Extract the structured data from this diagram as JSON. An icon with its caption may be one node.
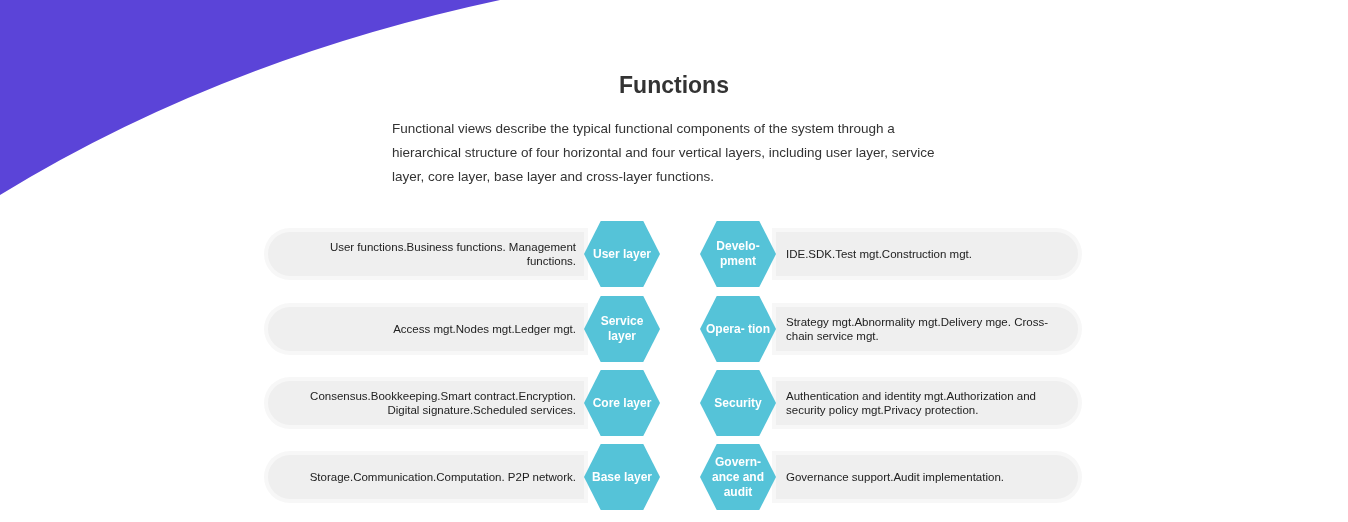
{
  "diagram": {
    "title": "Functions",
    "nodes": [
      {
        "text": [
          "User functions.Business functions. Management functions."
        ]
      },
      {
        "text": [
          "User layer"
        ]
      },
      {
        "text": [
          "Develo- pment"
        ]
      },
      {
        "text": [
          "IDE.SDK.Test mgt.Construction mgt."
        ]
      },
      {
        "text": [
          "Access mgt.Nodes mgt.Ledger mgt."
        ]
      },
      {
        "text": [
          "Service layer"
        ]
      },
      {
        "text": [
          "Opera- tion"
        ]
      },
      {
        "text": [
          "Strategy mgt.Abnormality mgt.Delivery mge. Cross-chain service mgt."
        ]
      },
      {
        "text": [
          "Consensus.Bookkeeping.Smart contract.Encryption. Digital signature.Scheduled services."
        ]
      },
      {
        "text": [
          "Core layer"
        ]
      },
      {
        "text": [
          "Security"
        ]
      },
      {
        "text": [
          "Authentication and identity mgt.Authorization and security policy mgt.Privacy protection."
        ]
      },
      {
        "text": [
          "Storage.Communication.Computation. P2P network."
        ]
      },
      {
        "text": [
          "Base layer"
        ]
      },
      {
        "text": [
          "Govern- ance and audit"
        ]
      },
      {
        "text": [
          "Governance support.Audit implementation."
        ]
      }
    ],
    "edges": [],
    "labels": [
      "Functional views describe the typical functional components of the system through a hierarchical structure of four horizontal and four vertical layers, including user layer, service layer, core layer, base layer and cross-layer functions."
    ]
  }
}
